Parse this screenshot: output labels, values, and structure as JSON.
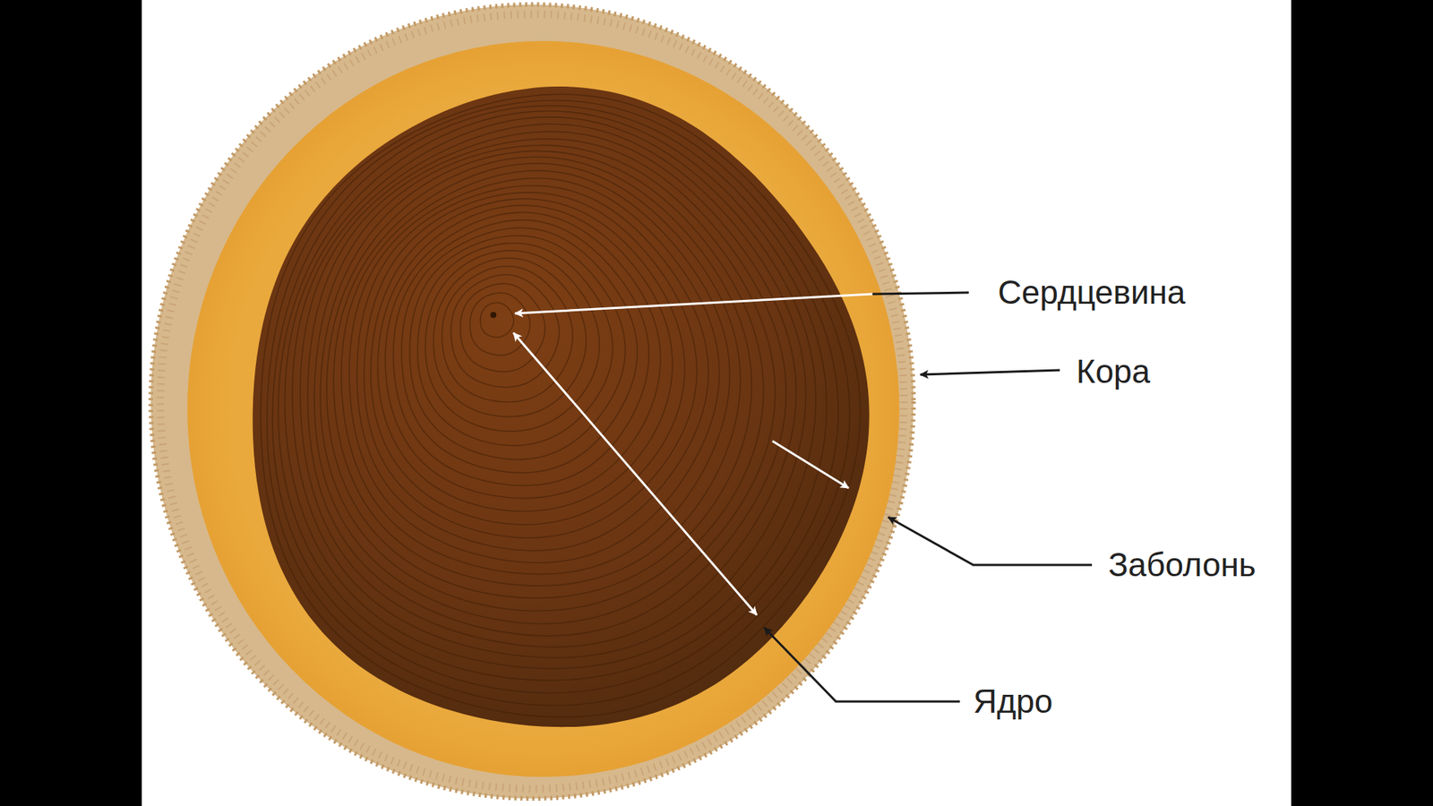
{
  "diagram": {
    "labels": [
      "Сердцевина",
      "Кора",
      "Заболонь",
      "Ядро"
    ]
  }
}
